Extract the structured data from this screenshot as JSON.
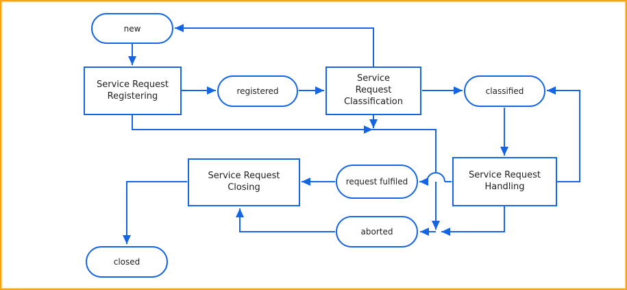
{
  "diagram": {
    "type": "flowchart-state-diagram",
    "colors": {
      "line": "#1464E4",
      "node_border": "#1464E4",
      "node_fill": "#ffffff",
      "text": "#202020",
      "frame_outer": "#FBA30F",
      "frame_inner": "#FFD47D",
      "background": "#ffffff"
    },
    "nodes": {
      "new": {
        "label": "new",
        "shape": "stadium"
      },
      "registering": {
        "label": "Service Request\nRegistering",
        "shape": "process"
      },
      "registered": {
        "label": "registered",
        "shape": "stadium"
      },
      "classification": {
        "label": "Service\nRequest\nClassification",
        "shape": "process"
      },
      "classified": {
        "label": "classified",
        "shape": "stadium"
      },
      "handling": {
        "label": "Service Request\nHandling",
        "shape": "process"
      },
      "request_fulfiled": {
        "label": "request fulfiled",
        "shape": "stadium"
      },
      "closing": {
        "label": "Service Request\nClosing",
        "shape": "process"
      },
      "aborted": {
        "label": "aborted",
        "shape": "stadium"
      },
      "closed": {
        "label": "closed",
        "shape": "stadium"
      }
    },
    "edges": [
      {
        "from": "new",
        "to": "registering"
      },
      {
        "from": "registering",
        "to": "registered"
      },
      {
        "from": "registered",
        "to": "classification"
      },
      {
        "from": "classification",
        "to": "classified"
      },
      {
        "from": "classification",
        "to": "new"
      },
      {
        "from": "classified",
        "to": "handling"
      },
      {
        "from": "handling",
        "to": "classified"
      },
      {
        "from": "handling",
        "to": "request_fulfiled"
      },
      {
        "from": "request_fulfiled",
        "to": "closing"
      },
      {
        "from": "registering",
        "to": "aborted"
      },
      {
        "from": "classification",
        "to": "aborted"
      },
      {
        "from": "handling",
        "to": "aborted"
      },
      {
        "from": "aborted",
        "to": "closing"
      },
      {
        "from": "closing",
        "to": "closed"
      }
    ]
  }
}
